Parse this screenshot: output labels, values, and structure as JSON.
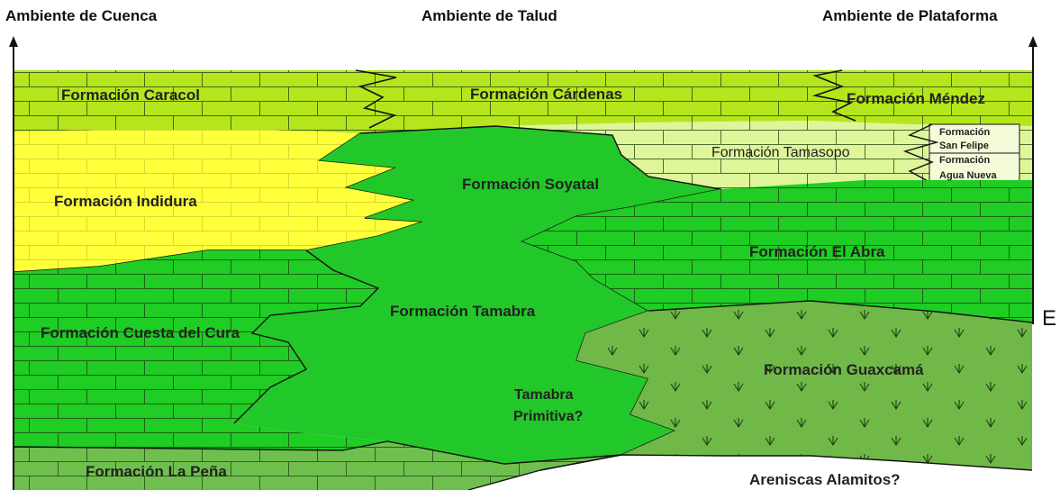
{
  "headers": {
    "left": "Ambiente de Cuenca",
    "center": "Ambiente de Talud",
    "right": "Ambiente de Plataforma"
  },
  "side_letter": "E",
  "formations": {
    "caracol": "Formación Caracol",
    "cardenas": "Formación Cárdenas",
    "mendez": "Formación  Méndez",
    "tamasopo": "Formación Tamasopo",
    "san_felipe_1": "Formación",
    "san_felipe_2": "San Felipe",
    "agua_nueva_1": "Formación",
    "agua_nueva_2": "Agua Nueva",
    "indidura": "Formación Indidura",
    "soyatal": "Formación Soyatal",
    "el_abra": "Formación El Abra",
    "tamabra": "Formación Tamabra",
    "cuesta_del_cura": "Formación Cuesta del Cura",
    "guaxcama": "Formación Guaxcamá",
    "tamabra_primitiva_1": "Tamabra",
    "tamabra_primitiva_2": "Primitiva?",
    "la_pena": "Formación La Peña",
    "alamitos": "Areniscas Alamitos?"
  },
  "colors": {
    "top_limestone": "#b5e61d",
    "tamasopo_light": "#dff59a",
    "indidura_yellow": "#ffff3a",
    "bright_green": "#22c82a",
    "mid_green": "#1fcd24",
    "guaxcama": "#70b848",
    "la_pena": "#6fbf4f",
    "brick_line": "#1c3d10"
  }
}
